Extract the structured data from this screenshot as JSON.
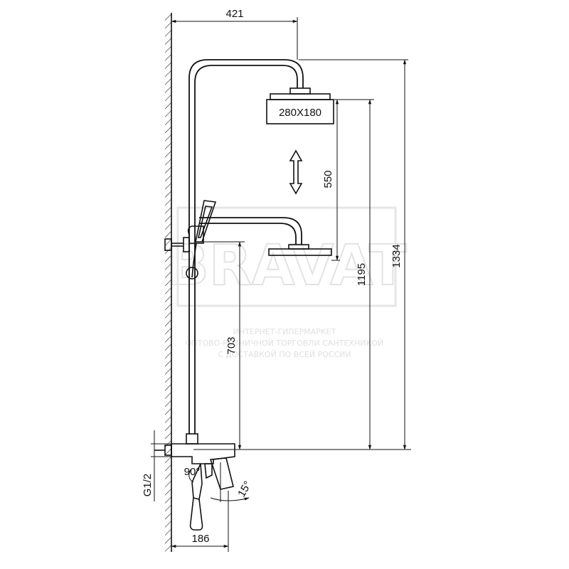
{
  "dimensions": {
    "top_width": "421",
    "head_size": "280X180",
    "slide_range": "550",
    "height_1195": "1195",
    "height_1334": "1334",
    "height_703": "703",
    "thread": "G1/2",
    "angle_90": "90°",
    "angle_15": "15°",
    "bottom_width": "186"
  },
  "watermark": {
    "brand": "BRAVAT",
    "line1": "ИНТЕРНЕТ-ГИПЕРМАРКЕТ",
    "line2": "ОПТОВО-РОЗНИЧНОЙ ТОРГОВЛИ САНТЕХНИКОЙ",
    "line3": "С ДОСТАВКОЙ ПО ВСЕЙ РОССИИ"
  }
}
